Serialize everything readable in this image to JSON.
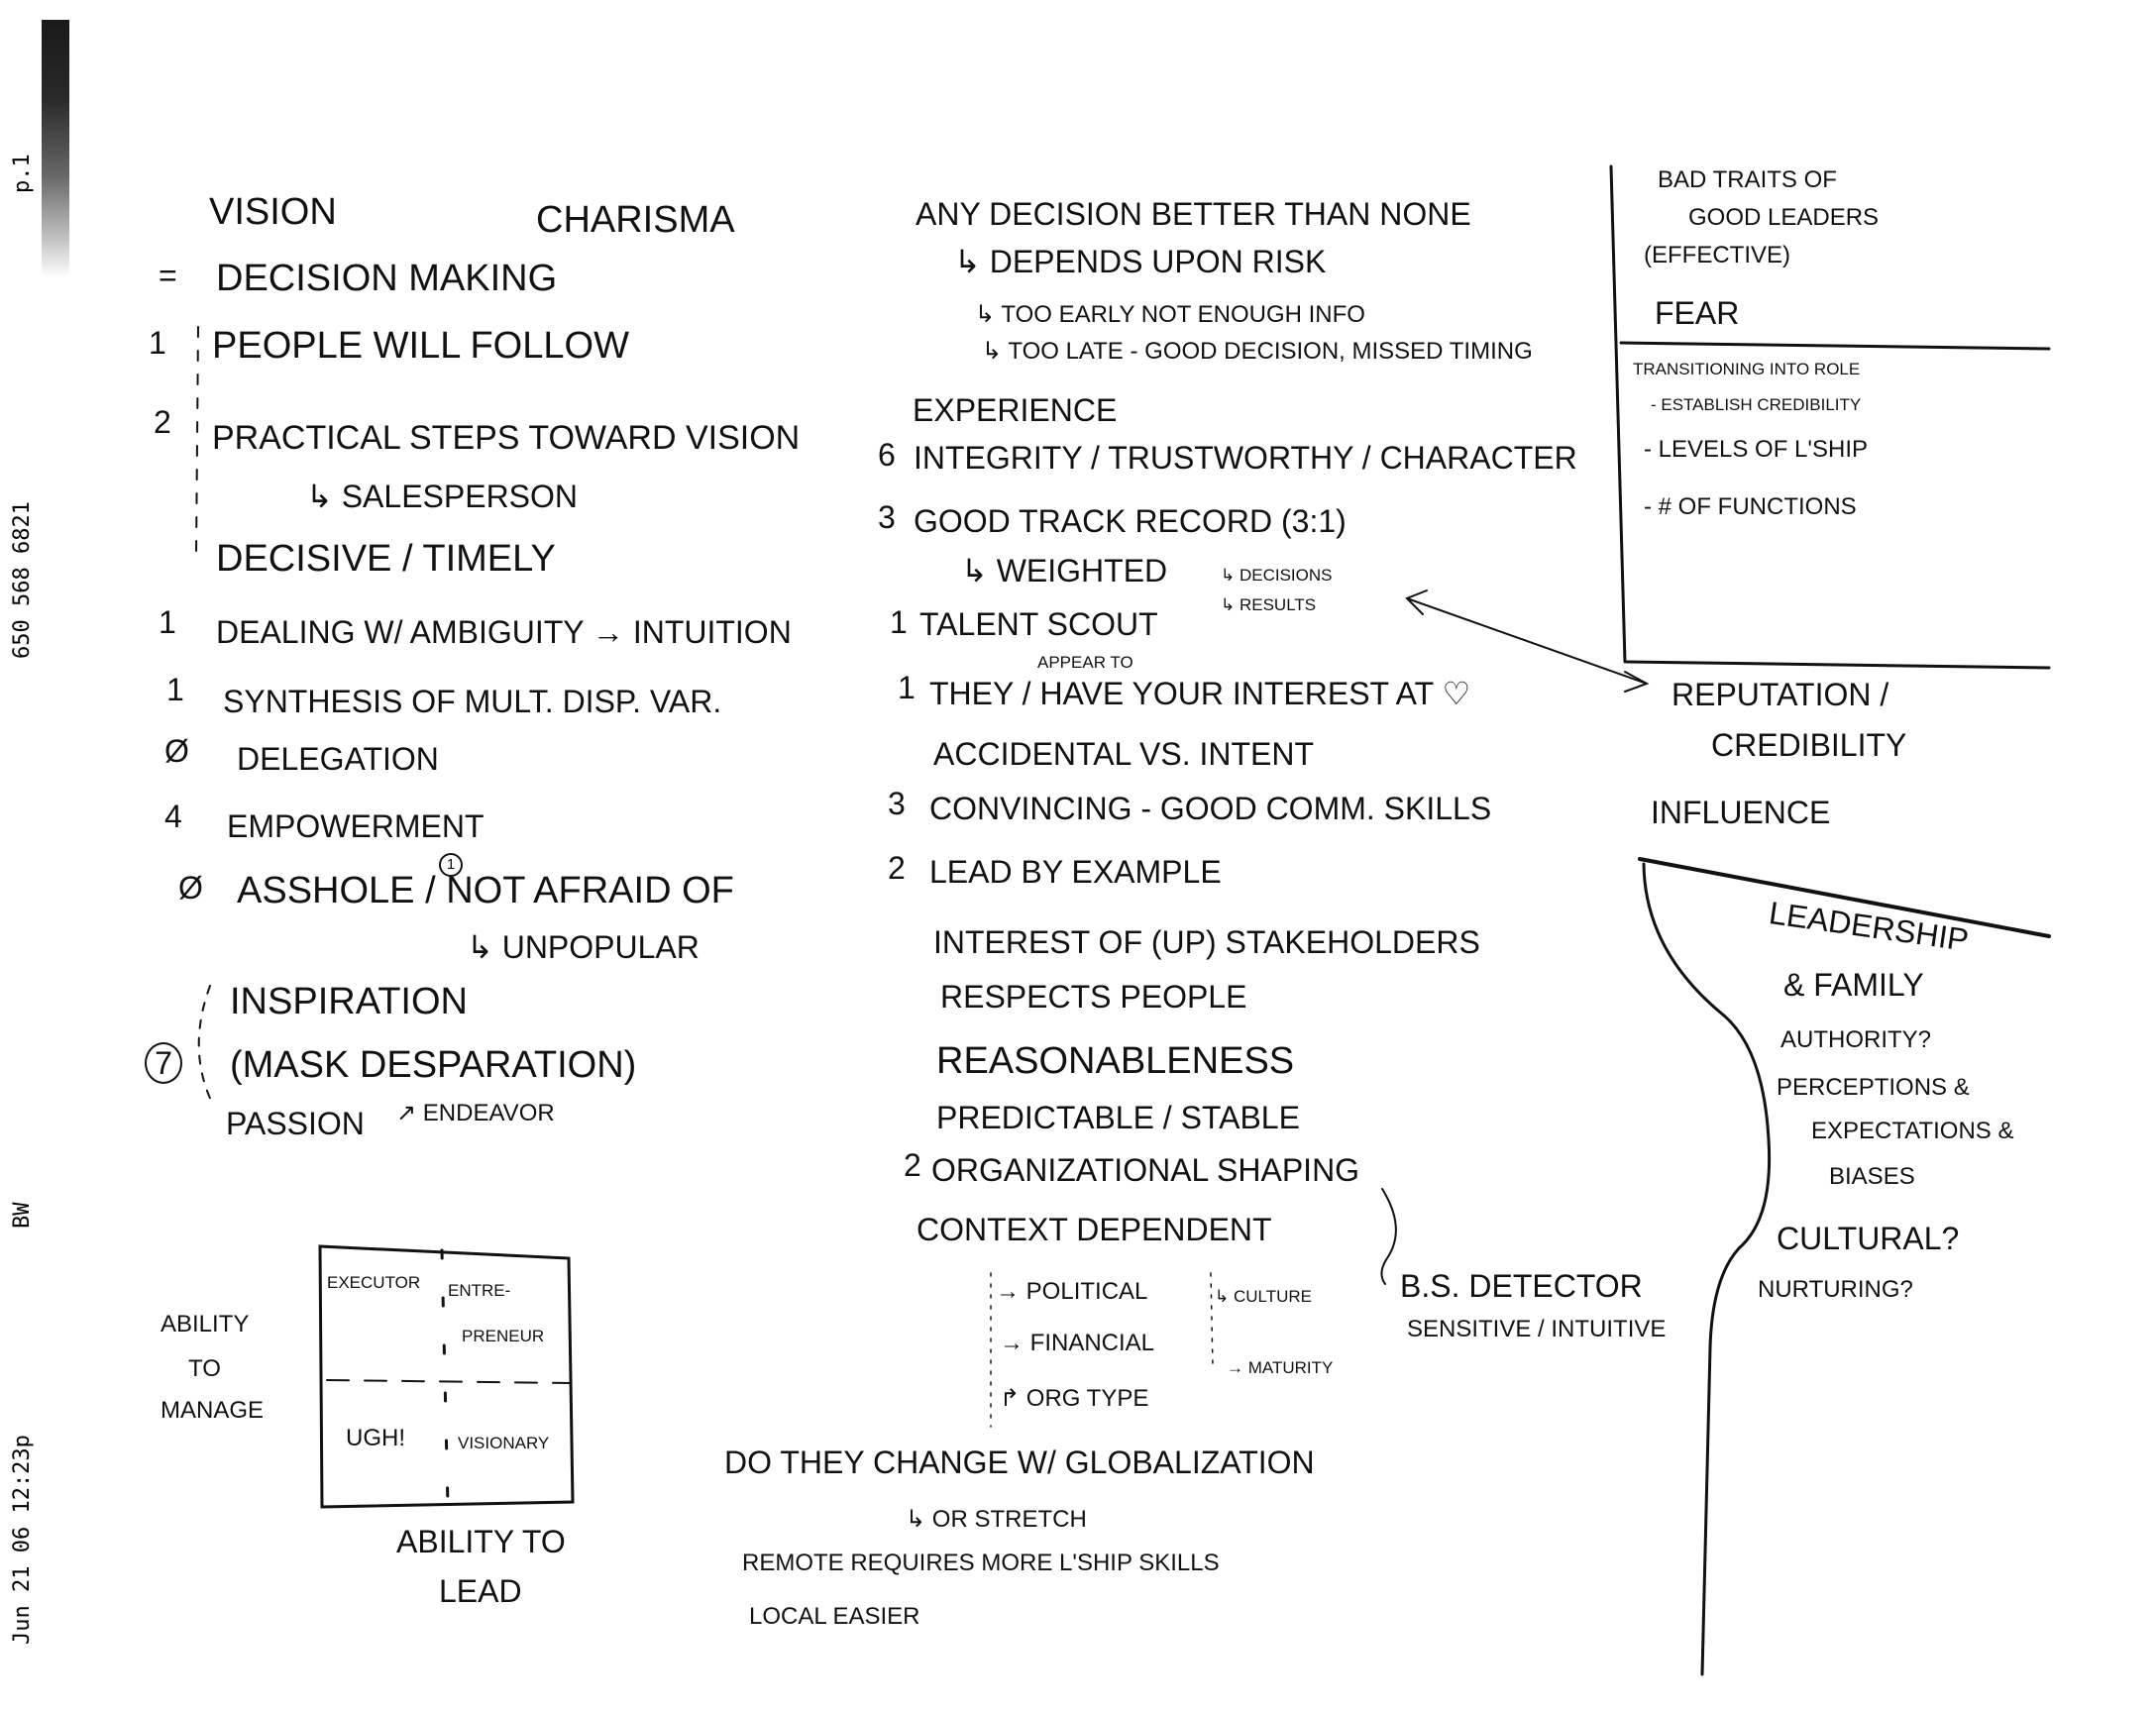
{
  "fax_header": {
    "page": "p.1",
    "phone": "650 568 6821",
    "mode": "BW",
    "timestamp": "Jun 21 06 12:23p"
  },
  "left": {
    "vision": "Vision",
    "charisma": "Charisma",
    "decision_making": "Decision making",
    "people_follow": {
      "num": "1",
      "text": "People will follow"
    },
    "practical_steps": {
      "num": "2",
      "text": "Practical steps toward vision"
    },
    "salesperson": "↳ Salesperson",
    "decisive": "Decisive / Timely",
    "ambiguity": {
      "num": "1",
      "text": "Dealing w/ ambiguity → intuition"
    },
    "synthesis": {
      "num": "1",
      "text": "Synthesis of mult. disp. var."
    },
    "delegation": {
      "num": "Ø",
      "text": "Delegation"
    },
    "empowerment": {
      "num": "4",
      "text": "Empowerment"
    },
    "asshole": {
      "num": "Ø",
      "text": "Asshole / Not afraid of",
      "mark": "1"
    },
    "unpopular": "↳ Unpopular",
    "inspiration": "Inspiration",
    "mask": {
      "num": "7",
      "text": "(Mask desparation)"
    },
    "passion": "Passion",
    "endeavor": "↗ Endeavor"
  },
  "quadrant": {
    "y_label": [
      "Ability",
      "to",
      "Manage"
    ],
    "x_label": [
      "Ability to",
      "Lead"
    ],
    "cells": {
      "top_left": "Executor",
      "top_right": [
        "Entre-",
        "preneur"
      ],
      "bottom_left": "Ugh!",
      "bottom_right": "Visionary"
    }
  },
  "middle": {
    "any_decision": "Any decision better than none",
    "depends": "↳ Depends upon risk",
    "too_early": "↳ Too early not enough info",
    "too_late": "↳ Too late - good decision, missed timing",
    "experience": "Experience",
    "integrity": {
      "num": "6",
      "text": "Integrity / Trustworthy / Character"
    },
    "track_record": {
      "num": "3",
      "text": "Good track record (3:1)"
    },
    "weighted": "↳ Weighted",
    "decisions": "↳ Decisions",
    "results": "↳ Results",
    "talent_scout": {
      "num": "1",
      "text": "Talent scout"
    },
    "appear_to": "Appear to",
    "interest": {
      "num": "1",
      "text": "They / have your interest at ♡"
    },
    "accidental": "Accidental vs. intent",
    "convincing": {
      "num": "3",
      "text": "Convincing - good comm. skills"
    },
    "lead_example": {
      "num": "2",
      "text": "Lead by example"
    },
    "stakeholders": "Interest of (up) stakeholders",
    "respects": "Respects people",
    "reasonableness": "Reasonableness",
    "predictable": "Predictable / Stable",
    "org_shaping": {
      "num": "2",
      "text": "Organizational shaping"
    },
    "context": "Context dependent",
    "political": "→ Political",
    "financial": "→ Financial",
    "org_type": "↱ Org type",
    "culture": "↳ Culture",
    "maturity": "→ Maturity",
    "bs_detector": "B.S. Detector",
    "sensitive": "Sensitive / Intuitive",
    "globalization": "Do they change w/ globalization",
    "stretch": "↳ or stretch",
    "remote": "Remote requires more L'ship skills",
    "local": "Local easier"
  },
  "right": {
    "bad_traits": [
      "Bad traits of",
      "good leaders",
      "(effective)"
    ],
    "fear": "Fear",
    "transitioning": "Transitioning into role",
    "establish": "- Establish credibility",
    "levels": "- Levels of L'ship",
    "functions": "- # of functions",
    "reputation": "Reputation /",
    "credibility": "Credibility",
    "influence": "Influence",
    "leadership": "Leadership",
    "family": "& Family",
    "authority": "Authority?",
    "perceptions": "Perceptions &",
    "expectations": "Expectations &",
    "biases": "Biases",
    "cultural": "Cultural?",
    "nurturing": "Nurturing?"
  }
}
